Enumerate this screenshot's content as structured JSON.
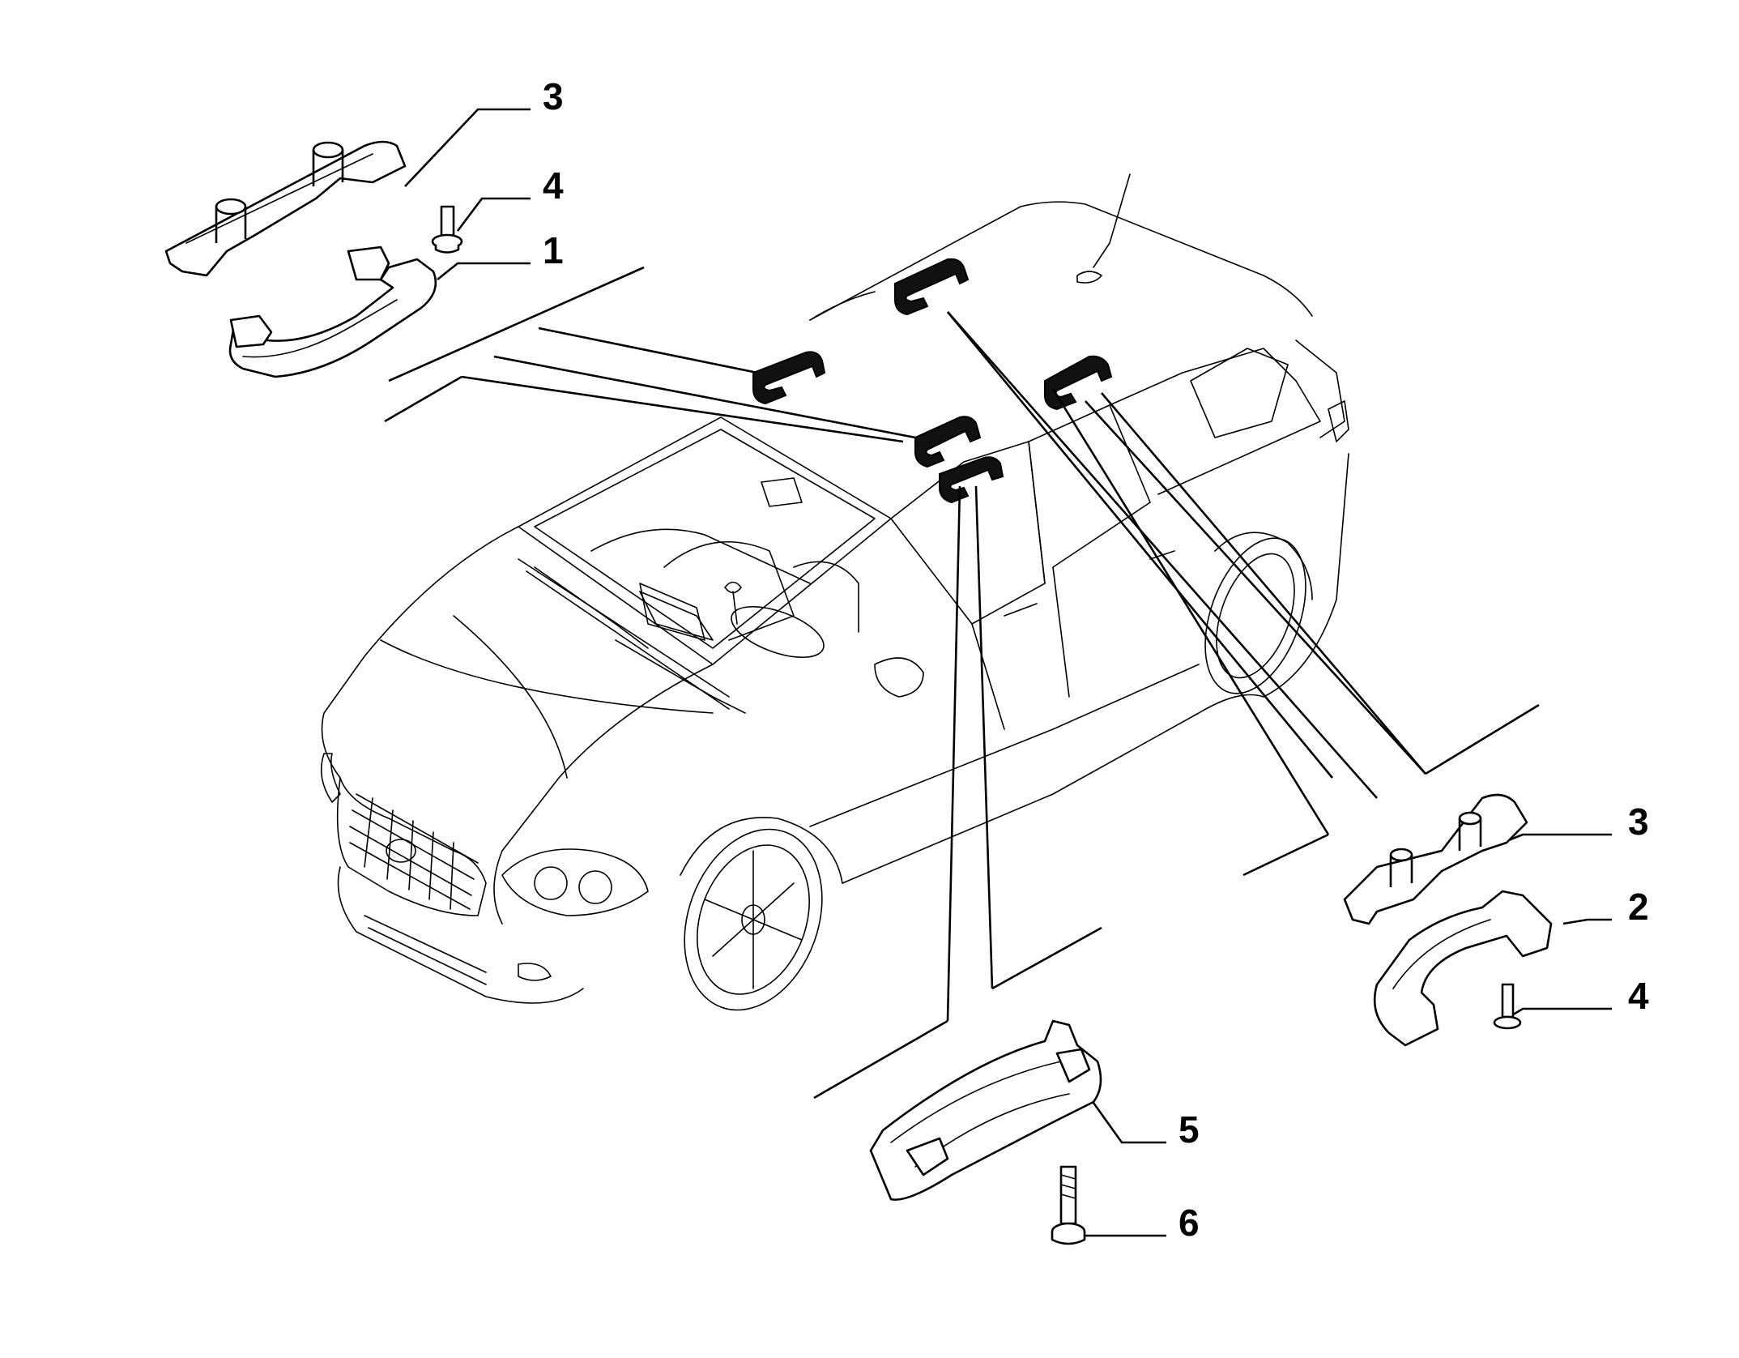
{
  "diagram": {
    "labels": {
      "label_3_top_left": "3",
      "label_4_top_left": "4",
      "label_1": "1",
      "label_3_right": "3",
      "label_2": "2",
      "label_4_right": "4",
      "label_5": "5",
      "label_6": "6"
    },
    "colors": {
      "line": "#000000",
      "background": "#ffffff",
      "handle_fill": "#111111"
    },
    "icons": [
      "car-outline",
      "grab-handle",
      "handle-bracket",
      "screw"
    ]
  }
}
